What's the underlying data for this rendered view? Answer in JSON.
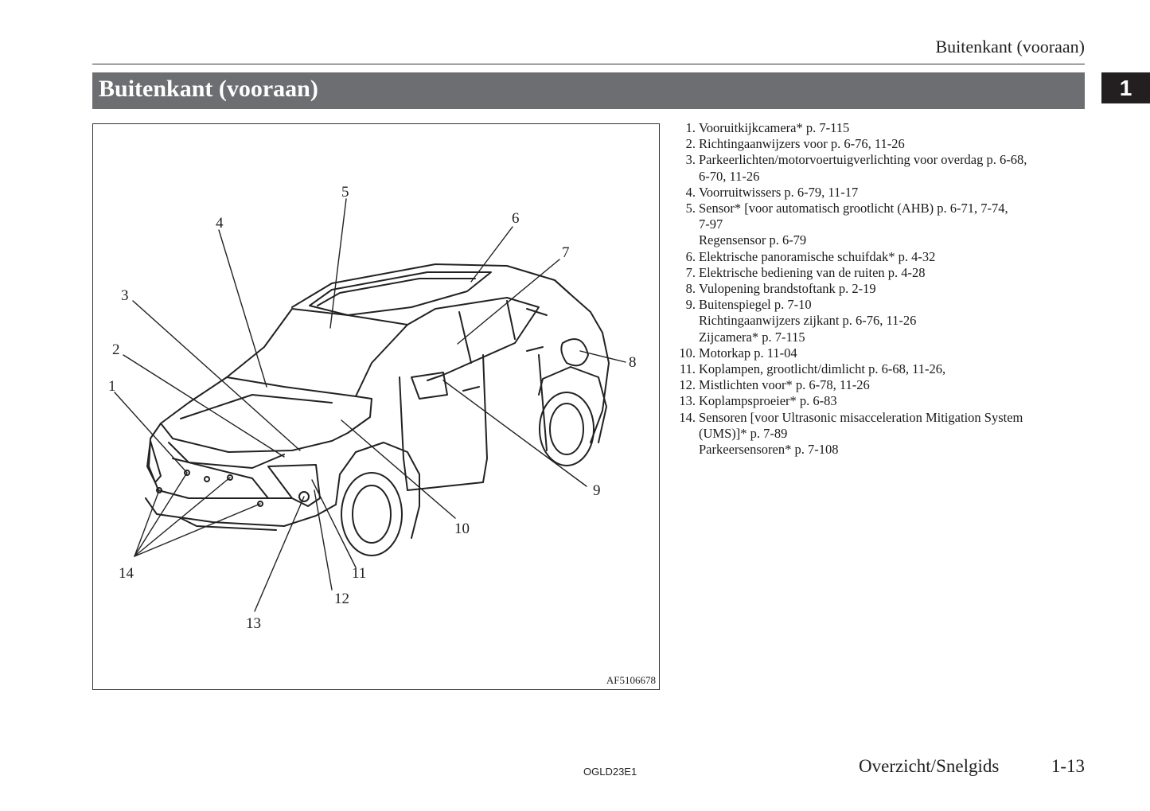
{
  "header": {
    "running_title": "Buitenkant (vooraan)",
    "chapter_number": "1"
  },
  "section": {
    "title": "Buitenkant (vooraan)"
  },
  "figure": {
    "code": "AF5106678",
    "callouts": [
      "1",
      "2",
      "3",
      "4",
      "5",
      "6",
      "7",
      "8",
      "9",
      "10",
      "11",
      "12",
      "13",
      "14"
    ]
  },
  "legend": [
    {
      "num": "1.",
      "lines": [
        "Vooruitkijkcamera* p. 7-115"
      ]
    },
    {
      "num": "2.",
      "lines": [
        "Richtingaanwijzers voor p. 6-76, 11-26"
      ]
    },
    {
      "num": "3.",
      "lines": [
        "Parkeerlichten/motorvoertuigverlichting voor overdag p. 6-68,",
        "6-70, 11-26"
      ]
    },
    {
      "num": "4.",
      "lines": [
        "Voorruitwissers p. 6-79, 11-17"
      ]
    },
    {
      "num": "5.",
      "lines": [
        "Sensor* [voor automatisch grootlicht (AHB) p. 6-71, 7-74,",
        "7-97",
        "Regensensor p. 6-79"
      ]
    },
    {
      "num": "6.",
      "lines": [
        "Elektrische panoramische schuifdak* p. 4-32"
      ]
    },
    {
      "num": "7.",
      "lines": [
        "Elektrische bediening van de ruiten p. 4-28"
      ]
    },
    {
      "num": "8.",
      "lines": [
        "Vulopening brandstoftank p. 2-19"
      ]
    },
    {
      "num": "9.",
      "lines": [
        "Buitenspiegel p. 7-10",
        "Richtingaanwijzers zijkant p. 6-76, 11-26",
        "Zijcamera* p. 7-115"
      ]
    },
    {
      "num": "10.",
      "lines": [
        "Motorkap p. 11-04"
      ]
    },
    {
      "num": "11.",
      "lines": [
        "Koplampen, grootlicht/dimlicht p. 6-68, 11-26,"
      ]
    },
    {
      "num": "12.",
      "lines": [
        "Mistlichten voor* p. 6-78, 11-26"
      ]
    },
    {
      "num": "13.",
      "lines": [
        "Koplampsproeier* p. 6-83"
      ]
    },
    {
      "num": "14.",
      "lines": [
        "Sensoren [voor Ultrasonic misacceleration Mitigation System",
        "(UMS)]* p. 7-89",
        "Parkeersensoren* p. 7-108"
      ]
    }
  ],
  "footer": {
    "doc_code": "OGLD23E1",
    "section": "Overzicht/Snelgids",
    "page": "1-13"
  }
}
